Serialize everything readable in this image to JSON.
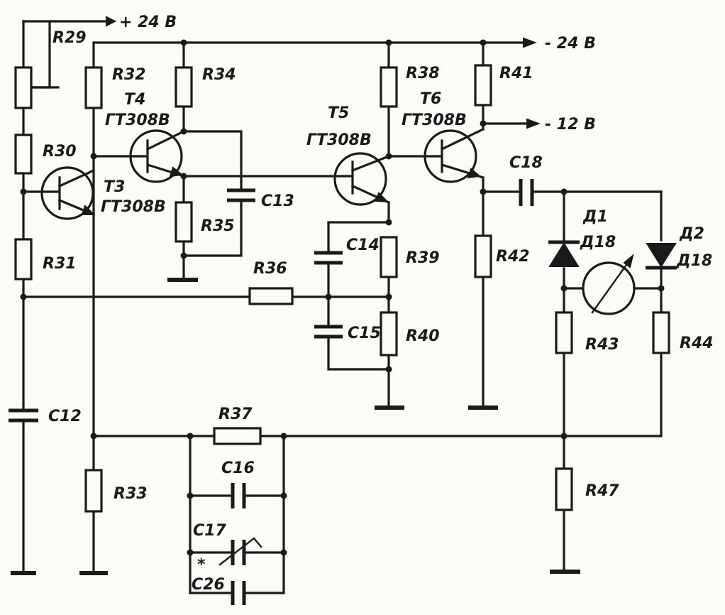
{
  "rails": {
    "plus24": "+ 24 В",
    "minus24": "- 24 В",
    "minus12": "- 12 В"
  },
  "transistors": [
    {
      "ref": "T3",
      "type": "ГТ308В"
    },
    {
      "ref": "T4",
      "type": "ГТ308В"
    },
    {
      "ref": "T5",
      "type": "ГТ308В"
    },
    {
      "ref": "T6",
      "type": "ГТ308В"
    }
  ],
  "resistors": [
    "R29",
    "R30",
    "R31",
    "R32",
    "R33",
    "R34",
    "R35",
    "R36",
    "R37",
    "R38",
    "R39",
    "R40",
    "R41",
    "R42",
    "R43",
    "R44",
    "R47"
  ],
  "capacitors": [
    "C12",
    "C13",
    "C14",
    "C15",
    "C16",
    "C17",
    "C26",
    "C18"
  ],
  "diodes": [
    {
      "ref": "Д1",
      "type": "Д18"
    },
    {
      "ref": "Д2",
      "type": "Д18"
    }
  ],
  "marks": {
    "selectable": "*"
  }
}
